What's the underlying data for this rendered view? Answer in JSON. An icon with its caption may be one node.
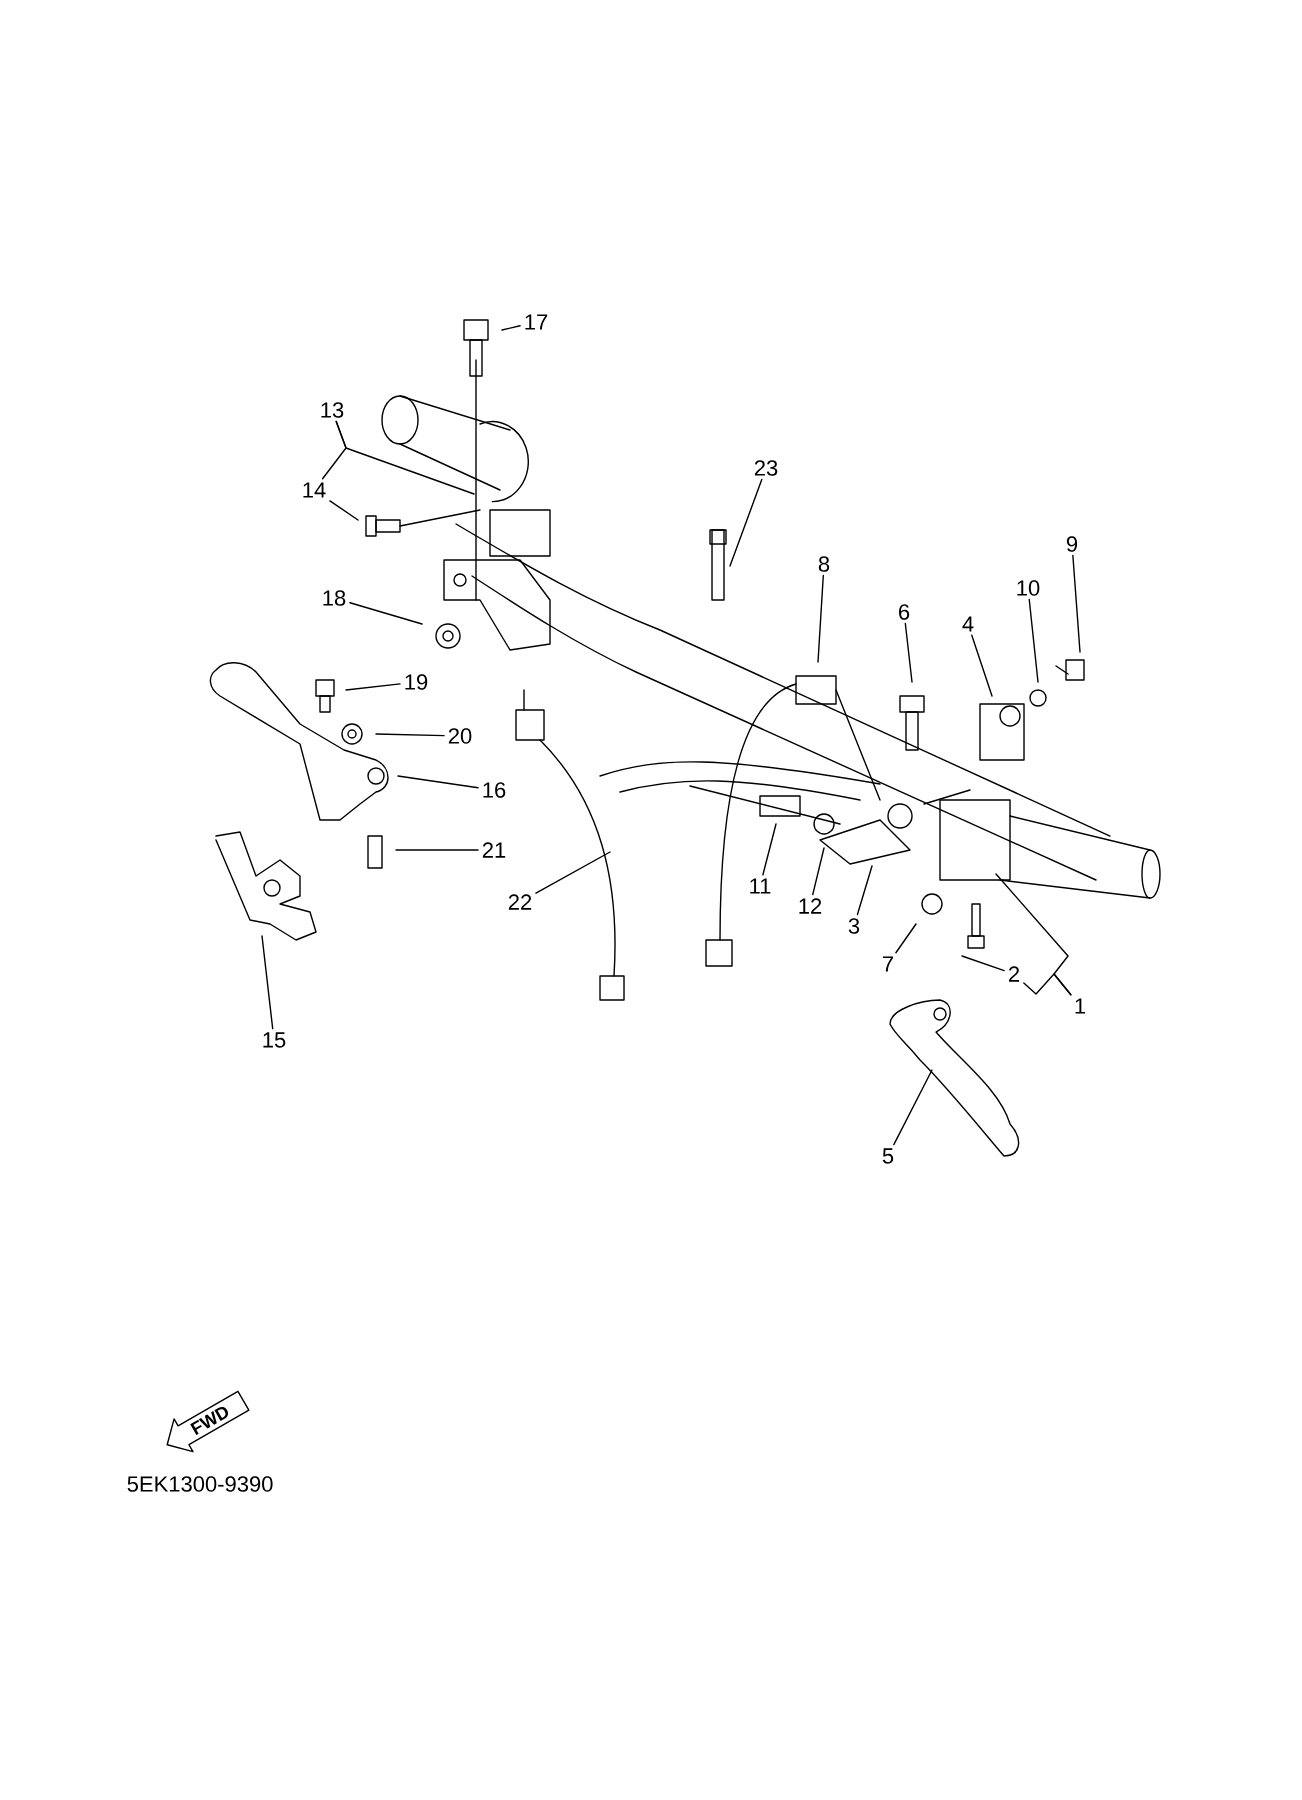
{
  "diagram": {
    "nodes": [
      {
        "text": [
          "17"
        ]
      },
      {
        "text": [
          "13"
        ]
      },
      {
        "text": [
          "14"
        ]
      },
      {
        "text": [
          "23"
        ]
      },
      {
        "text": [
          "9"
        ]
      },
      {
        "text": [
          "18"
        ]
      },
      {
        "text": [
          "8"
        ]
      },
      {
        "text": [
          "10"
        ]
      },
      {
        "text": [
          "4"
        ]
      },
      {
        "text": [
          "6"
        ]
      },
      {
        "text": [
          "19"
        ]
      },
      {
        "text": [
          "20"
        ]
      },
      {
        "text": [
          "16"
        ]
      },
      {
        "text": [
          "21"
        ]
      },
      {
        "text": [
          "11"
        ]
      },
      {
        "text": [
          "12"
        ]
      },
      {
        "text": [
          "3"
        ]
      },
      {
        "text": [
          "22"
        ]
      },
      {
        "text": [
          "7"
        ]
      },
      {
        "text": [
          "2"
        ]
      },
      {
        "text": [
          "1"
        ]
      },
      {
        "text": [
          "15"
        ]
      },
      {
        "text": [
          "5"
        ]
      },
      {
        "text": [
          "FWD"
        ]
      }
    ],
    "edges": [
      {
        "from": 0,
        "to": null,
        "arrow": "none"
      },
      {
        "from": 1,
        "to": null,
        "arrow": "none"
      },
      {
        "from": 2,
        "to": null,
        "arrow": "none"
      },
      {
        "from": 3,
        "to": null,
        "arrow": "none"
      },
      {
        "from": 4,
        "to": null,
        "arrow": "none"
      },
      {
        "from": 5,
        "to": null,
        "arrow": "none"
      },
      {
        "from": 6,
        "to": null,
        "arrow": "none"
      },
      {
        "from": 7,
        "to": null,
        "arrow": "none"
      },
      {
        "from": 8,
        "to": null,
        "arrow": "none"
      },
      {
        "from": 9,
        "to": null,
        "arrow": "none"
      },
      {
        "from": 10,
        "to": null,
        "arrow": "none"
      },
      {
        "from": 11,
        "to": null,
        "arrow": "none"
      },
      {
        "from": 12,
        "to": null,
        "arrow": "none"
      },
      {
        "from": 13,
        "to": null,
        "arrow": "none"
      },
      {
        "from": 14,
        "to": null,
        "arrow": "none"
      },
      {
        "from": 15,
        "to": null,
        "arrow": "none"
      },
      {
        "from": 16,
        "to": null,
        "arrow": "none"
      },
      {
        "from": 17,
        "to": null,
        "arrow": "none"
      },
      {
        "from": 18,
        "to": null,
        "arrow": "none"
      },
      {
        "from": 19,
        "to": null,
        "arrow": "none"
      },
      {
        "from": 20,
        "to": null,
        "arrow": "none"
      },
      {
        "from": 21,
        "to": null,
        "arrow": "none"
      },
      {
        "from": 22,
        "to": null,
        "arrow": "none"
      },
      {
        "from": 1,
        "to": 2,
        "arrow": "none"
      },
      {
        "from": 20,
        "to": 19,
        "arrow": "none"
      }
    ],
    "labels": [
      "5EK1300-9390"
    ]
  }
}
